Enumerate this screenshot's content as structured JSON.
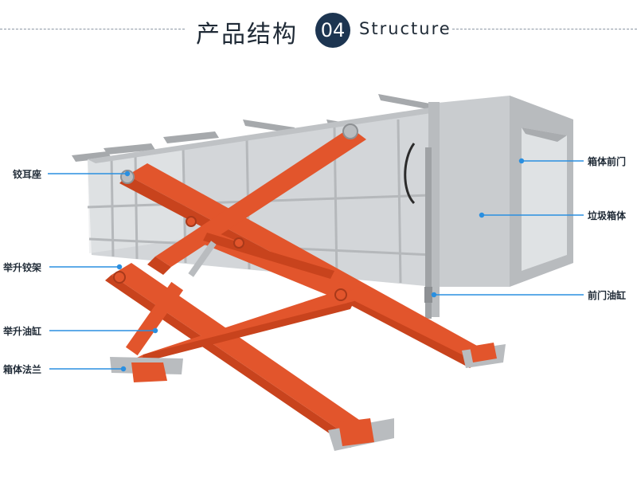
{
  "header": {
    "title_cn": "产品结构",
    "badge": "04",
    "title_en": "Structure"
  },
  "callouts": {
    "hinge_seat": "铰耳座",
    "lift_frame": "举升铰架",
    "lift_cylinder": "举升油缸",
    "box_flange": "箱体法兰",
    "box_front_door": "箱体前门",
    "garbage_box": "垃圾箱体",
    "front_door_cylinder": "前门油缸"
  },
  "colors": {
    "accent_blue": "#2a8fe0",
    "badge_navy": "#1d3551",
    "frame_red": "#e2552c",
    "box_gray": "#c9cccf"
  }
}
